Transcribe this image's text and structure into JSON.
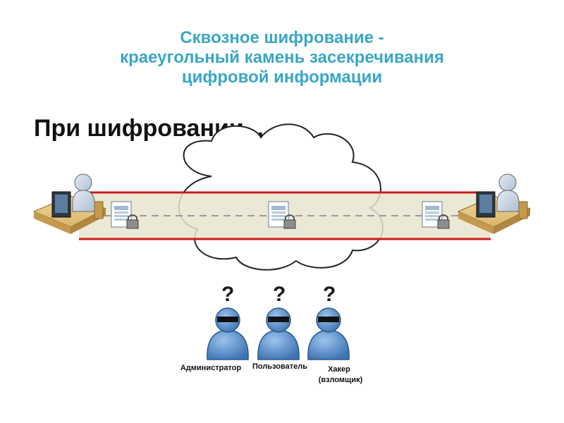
{
  "slide": {
    "title_lines": [
      "Сквозное шифрование -",
      "краеугольный камень засекречивания",
      "цифровой информации"
    ],
    "subtitle": "При шифровании..."
  },
  "observers": [
    {
      "role": "Администратор",
      "mark": "?"
    },
    {
      "role": "Пользователь",
      "mark": "?"
    },
    {
      "role_lines": [
        "Хакер",
        "(взломщик)"
      ],
      "mark": "?"
    }
  ],
  "colors": {
    "title": "#3aa6c4",
    "tunnel_fill": "#e8e5cf",
    "tunnel_border": "#cc1b1b",
    "person": "#4f86c6"
  }
}
